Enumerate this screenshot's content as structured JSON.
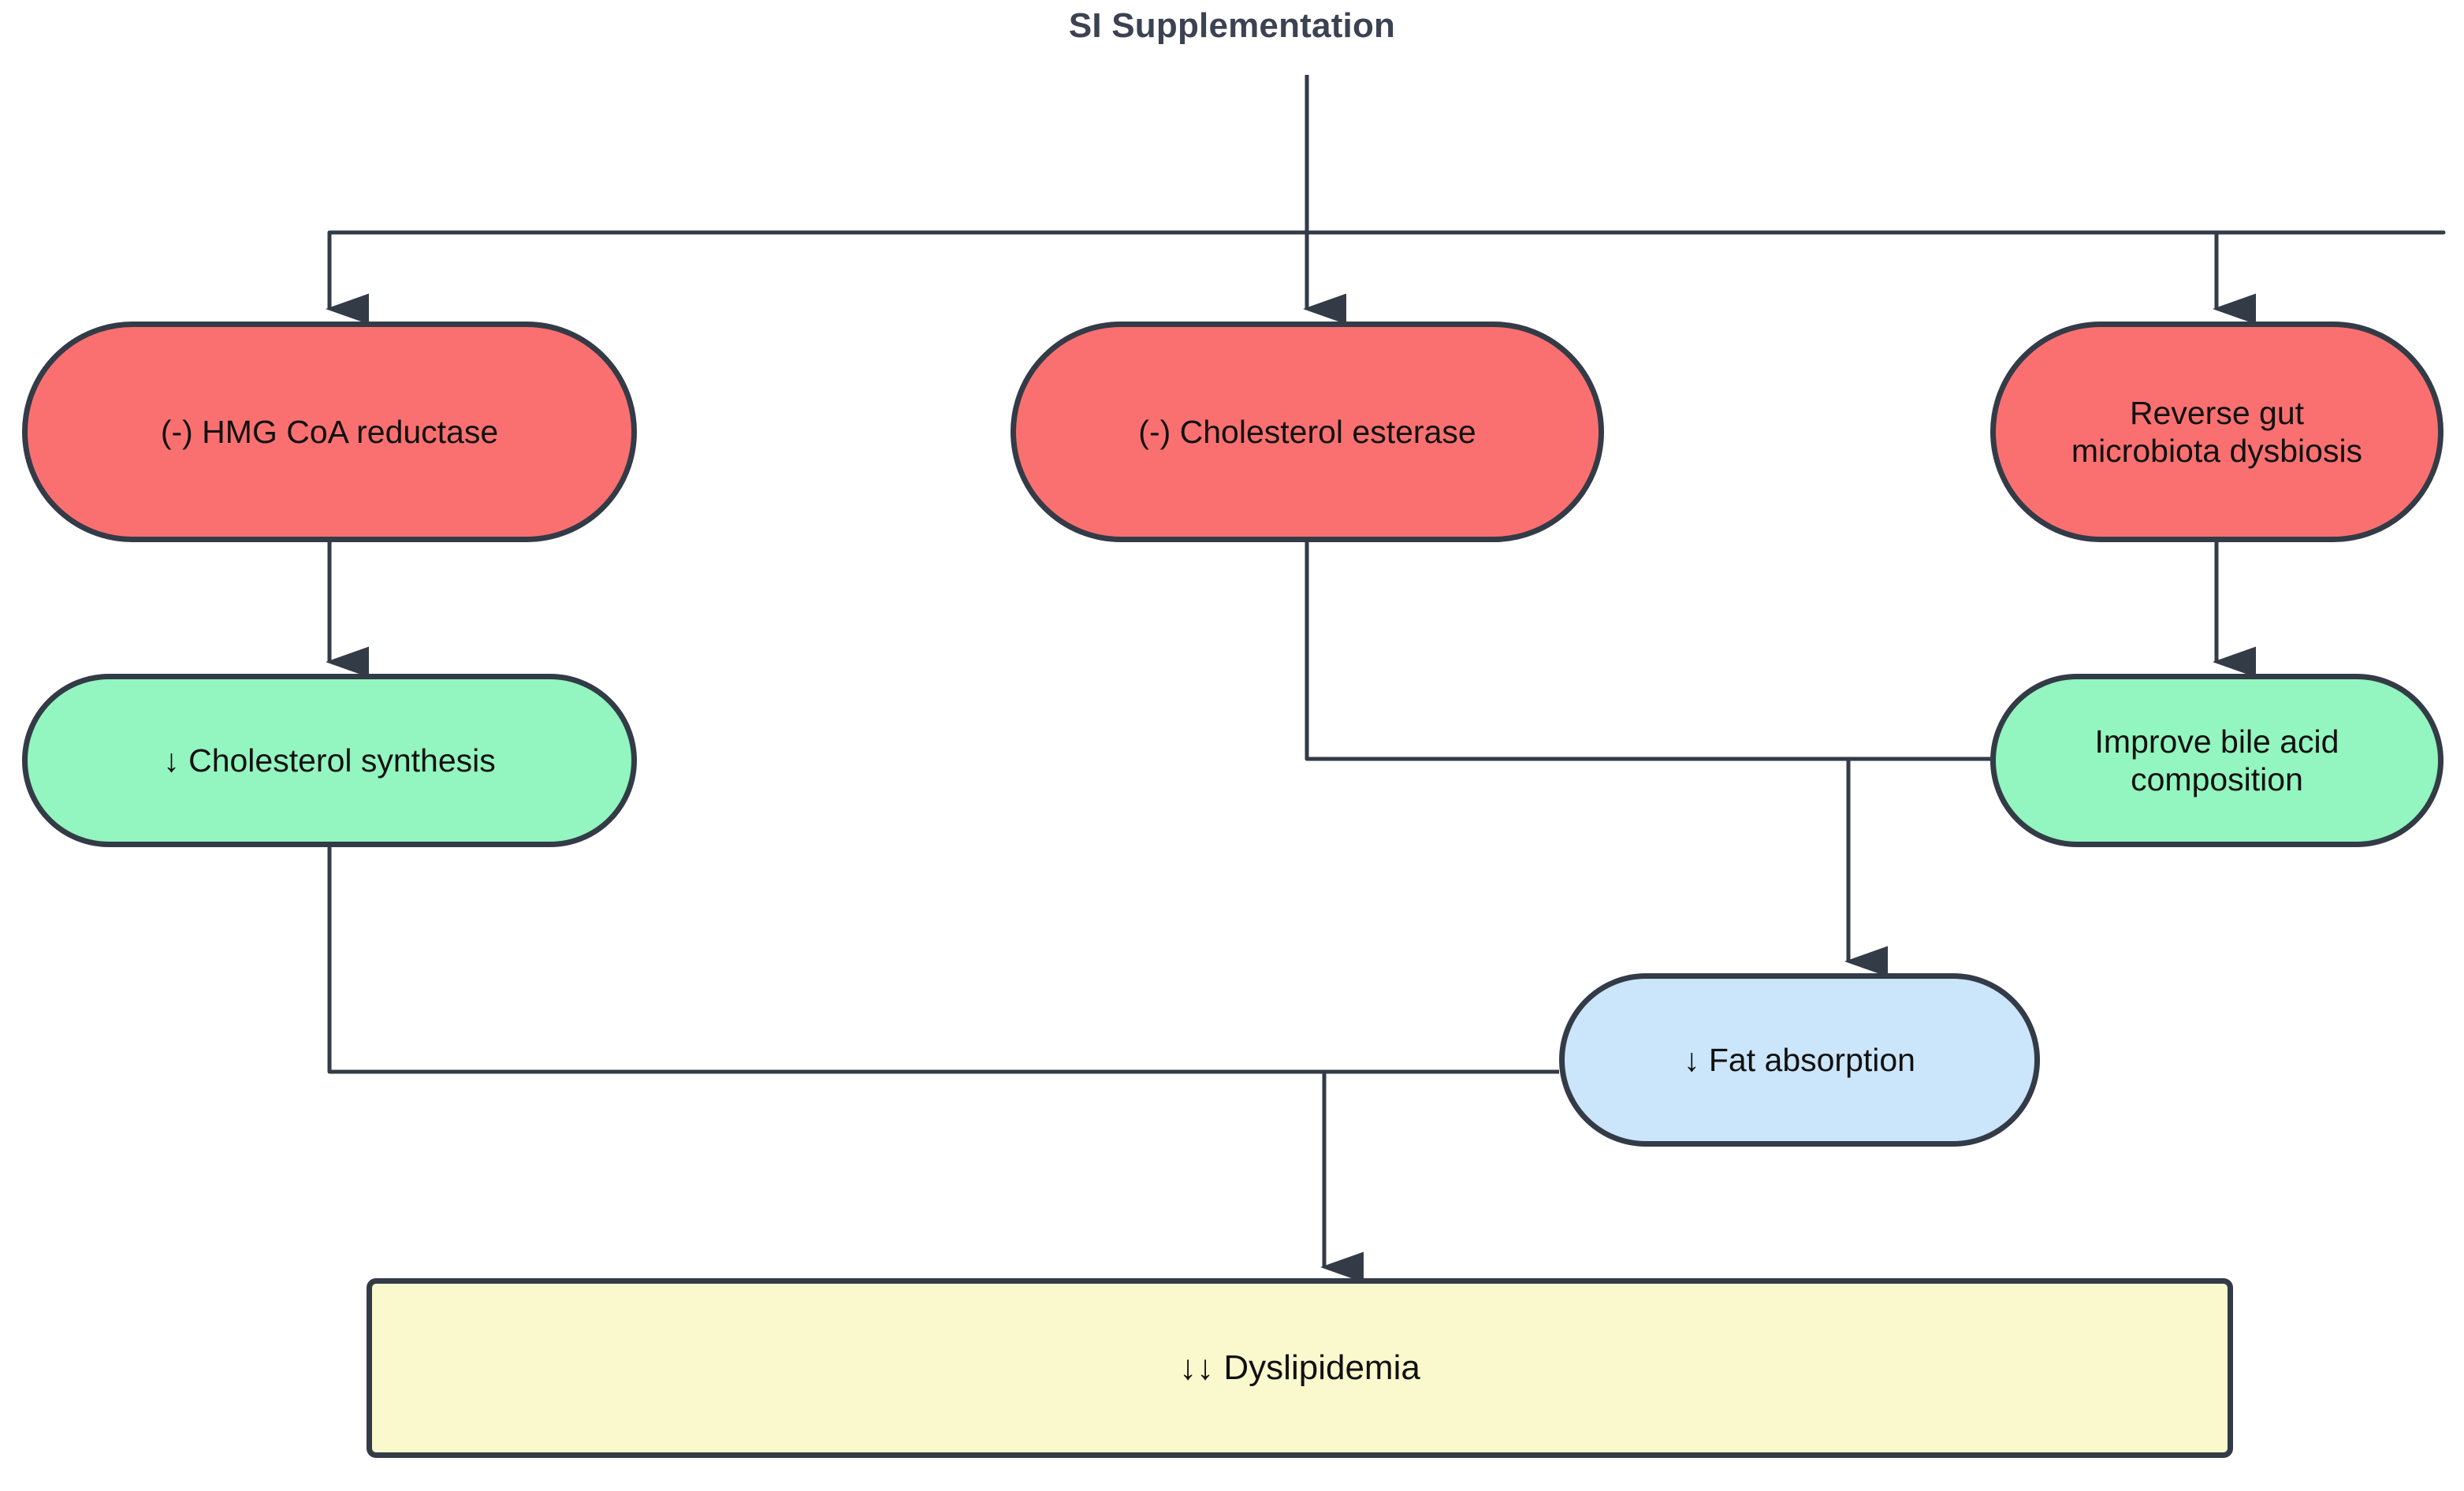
{
  "title": "SI Supplementation",
  "colors": {
    "background": "#ffffff",
    "title_text": "#3b4252",
    "node_border": "#333b47",
    "edge_stroke": "#333b47",
    "node_text": "#111111",
    "red": "#fa7070",
    "green": "#93f5bf",
    "blue": "#cbe5fb",
    "yellow": "#faf8cd"
  },
  "nodes": {
    "hmg_coa_reductase": {
      "label": "(-) HMG CoA reductase",
      "shape": "pill",
      "fill": "red"
    },
    "cholesterol_esterase": {
      "label": "(-) Cholesterol esterase",
      "shape": "pill",
      "fill": "red"
    },
    "reverse_dysbiosis": {
      "line1": "Reverse gut",
      "line2": "microbiota dysbiosis",
      "shape": "pill",
      "fill": "red"
    },
    "cholesterol_synthesis": {
      "label": "↓ Cholesterol synthesis",
      "shape": "pill",
      "fill": "green"
    },
    "bile_acid": {
      "line1": "Improve bile acid",
      "line2": "composition",
      "shape": "pill",
      "fill": "green"
    },
    "fat_absorption": {
      "label": "↓ Fat absorption",
      "shape": "pill",
      "fill": "blue"
    },
    "dyslipidemia": {
      "label": "↓↓ Dyslipidemia",
      "shape": "rect",
      "fill": "yellow"
    }
  },
  "chart_data": {
    "type": "diagram",
    "diagram_kind": "flowchart",
    "title": "SI Supplementation",
    "direction": "top-down",
    "nodes": [
      {
        "id": "root",
        "label": "SI Supplementation",
        "fill": "none",
        "shape": "title"
      },
      {
        "id": "hmg",
        "label": "(-) HMG CoA reductase",
        "fill": "#fa7070",
        "shape": "pill"
      },
      {
        "id": "estrase",
        "label": "(-) Cholesterol esterase",
        "fill": "#fa7070",
        "shape": "pill"
      },
      {
        "id": "dysb",
        "label": "Reverse gut microbiota dysbiosis",
        "fill": "#fa7070",
        "shape": "pill"
      },
      {
        "id": "cholsyn",
        "label": "↓ Cholesterol synthesis",
        "fill": "#93f5bf",
        "shape": "pill"
      },
      {
        "id": "bile",
        "label": "Improve bile acid composition",
        "fill": "#93f5bf",
        "shape": "pill"
      },
      {
        "id": "fat",
        "label": "↓ Fat absorption",
        "fill": "#cbe5fb",
        "shape": "pill"
      },
      {
        "id": "dyslip",
        "label": "↓↓ Dyslipidemia",
        "fill": "#faf8cd",
        "shape": "rect"
      }
    ],
    "edges": [
      {
        "from": "root",
        "to": "hmg",
        "arrow": true
      },
      {
        "from": "root",
        "to": "estrase",
        "arrow": true
      },
      {
        "from": "root",
        "to": "dysb",
        "arrow": true
      },
      {
        "from": "hmg",
        "to": "cholsyn",
        "arrow": true
      },
      {
        "from": "dysb",
        "to": "bile",
        "arrow": true
      },
      {
        "from": "estrase",
        "to": "fat",
        "arrow": true
      },
      {
        "from": "bile",
        "to": "fat",
        "arrow": true
      },
      {
        "from": "cholsyn",
        "to": "dyslip",
        "arrow": true
      },
      {
        "from": "fat",
        "to": "dyslip",
        "arrow": true
      }
    ]
  }
}
